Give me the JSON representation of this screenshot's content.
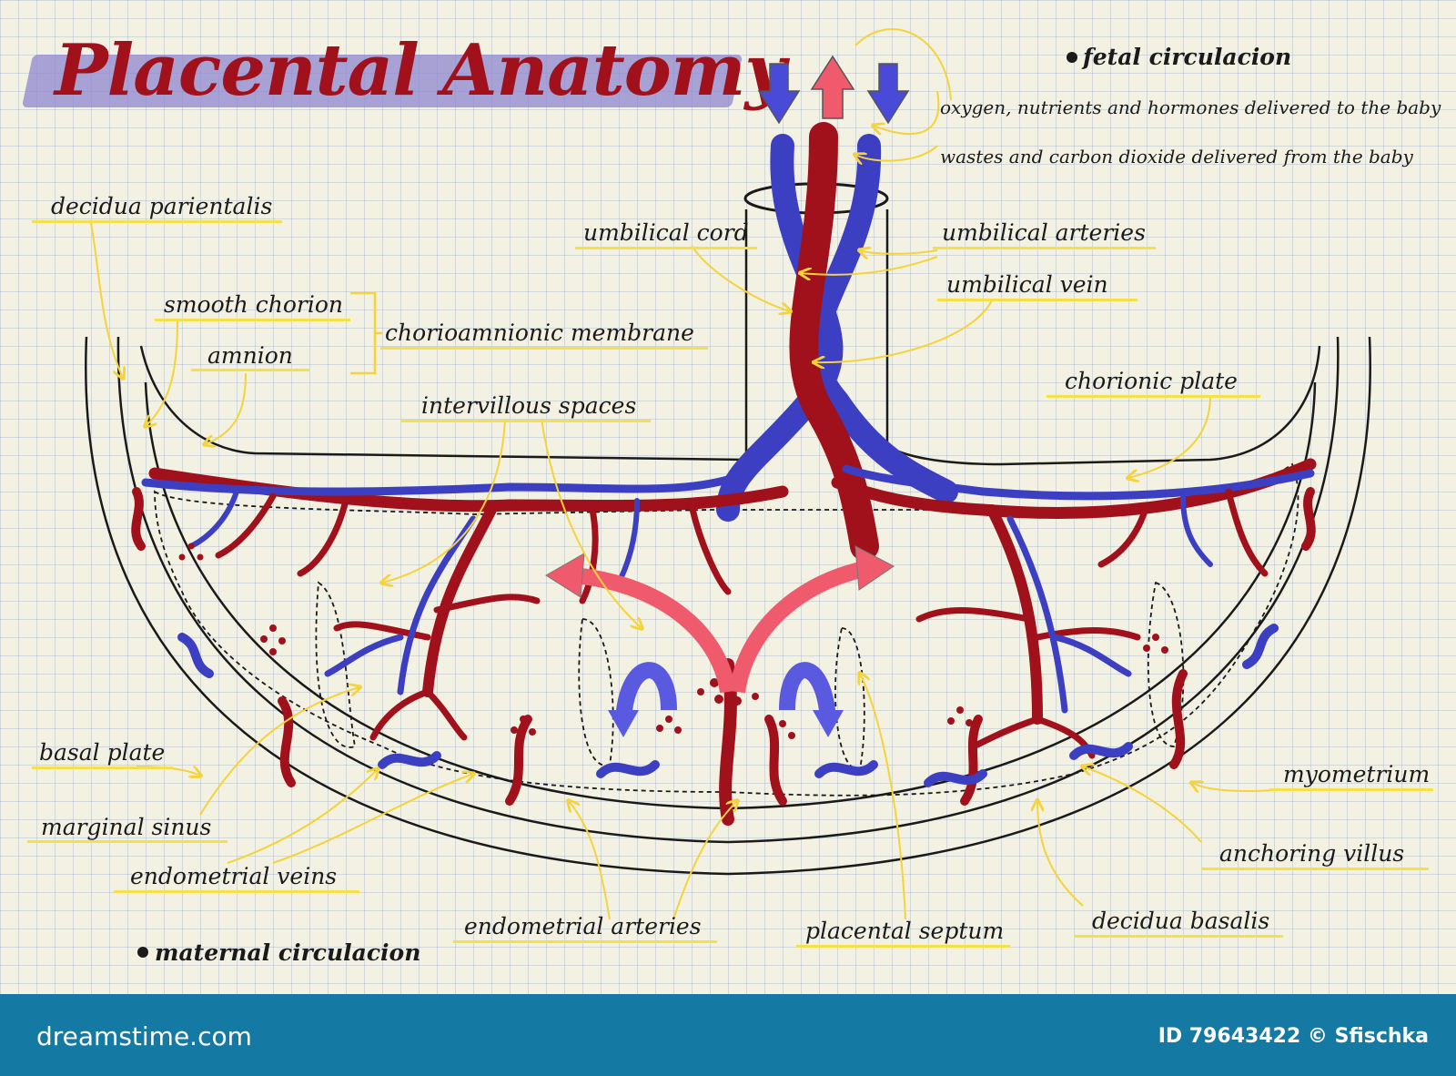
{
  "title": "Placental Anatomy",
  "fetal": {
    "heading": "fetal circulacion",
    "line1": "oxygen, nutrients and hormones delivered to the baby",
    "line2": "wastes and carbon dioxide delivered from the baby"
  },
  "maternal": {
    "heading": "maternal circulacion"
  },
  "labels": {
    "decidua_parientalis": "decidua parientalis",
    "smooth_chorion": "smooth chorion",
    "amnion": "amnion",
    "chorioamnionic_membrane": "chorioamnionic membrane",
    "umbilical_cord": "umbilical cord",
    "umbilical_arteries": "umbilical arteries",
    "umbilical_vein": "umbilical vein",
    "intervillous_spaces": "intervillous spaces",
    "chorionic_plate": "chorionic plate",
    "basal_plate": "basal plate",
    "marginal_sinus": "marginal sinus",
    "endometrial_veins": "endometrial veins",
    "endometrial_arteries": "endometrial arteries",
    "placental_septum": "placental septum",
    "decidua_basalis": "decidua basalis",
    "anchoring_villus": "anchoring villus",
    "myometrium": "myometrium"
  },
  "footer": {
    "brand": "dreamstime.com",
    "credit": "ID 79643422 © Sfischka"
  },
  "colors": {
    "artery_red": "#a0111c",
    "vein_blue": "#3d3fc2",
    "arrow_pink": "#ef5a6d",
    "pointer_yellow": "#f5d33a",
    "footer_blue": "#1479a3"
  }
}
